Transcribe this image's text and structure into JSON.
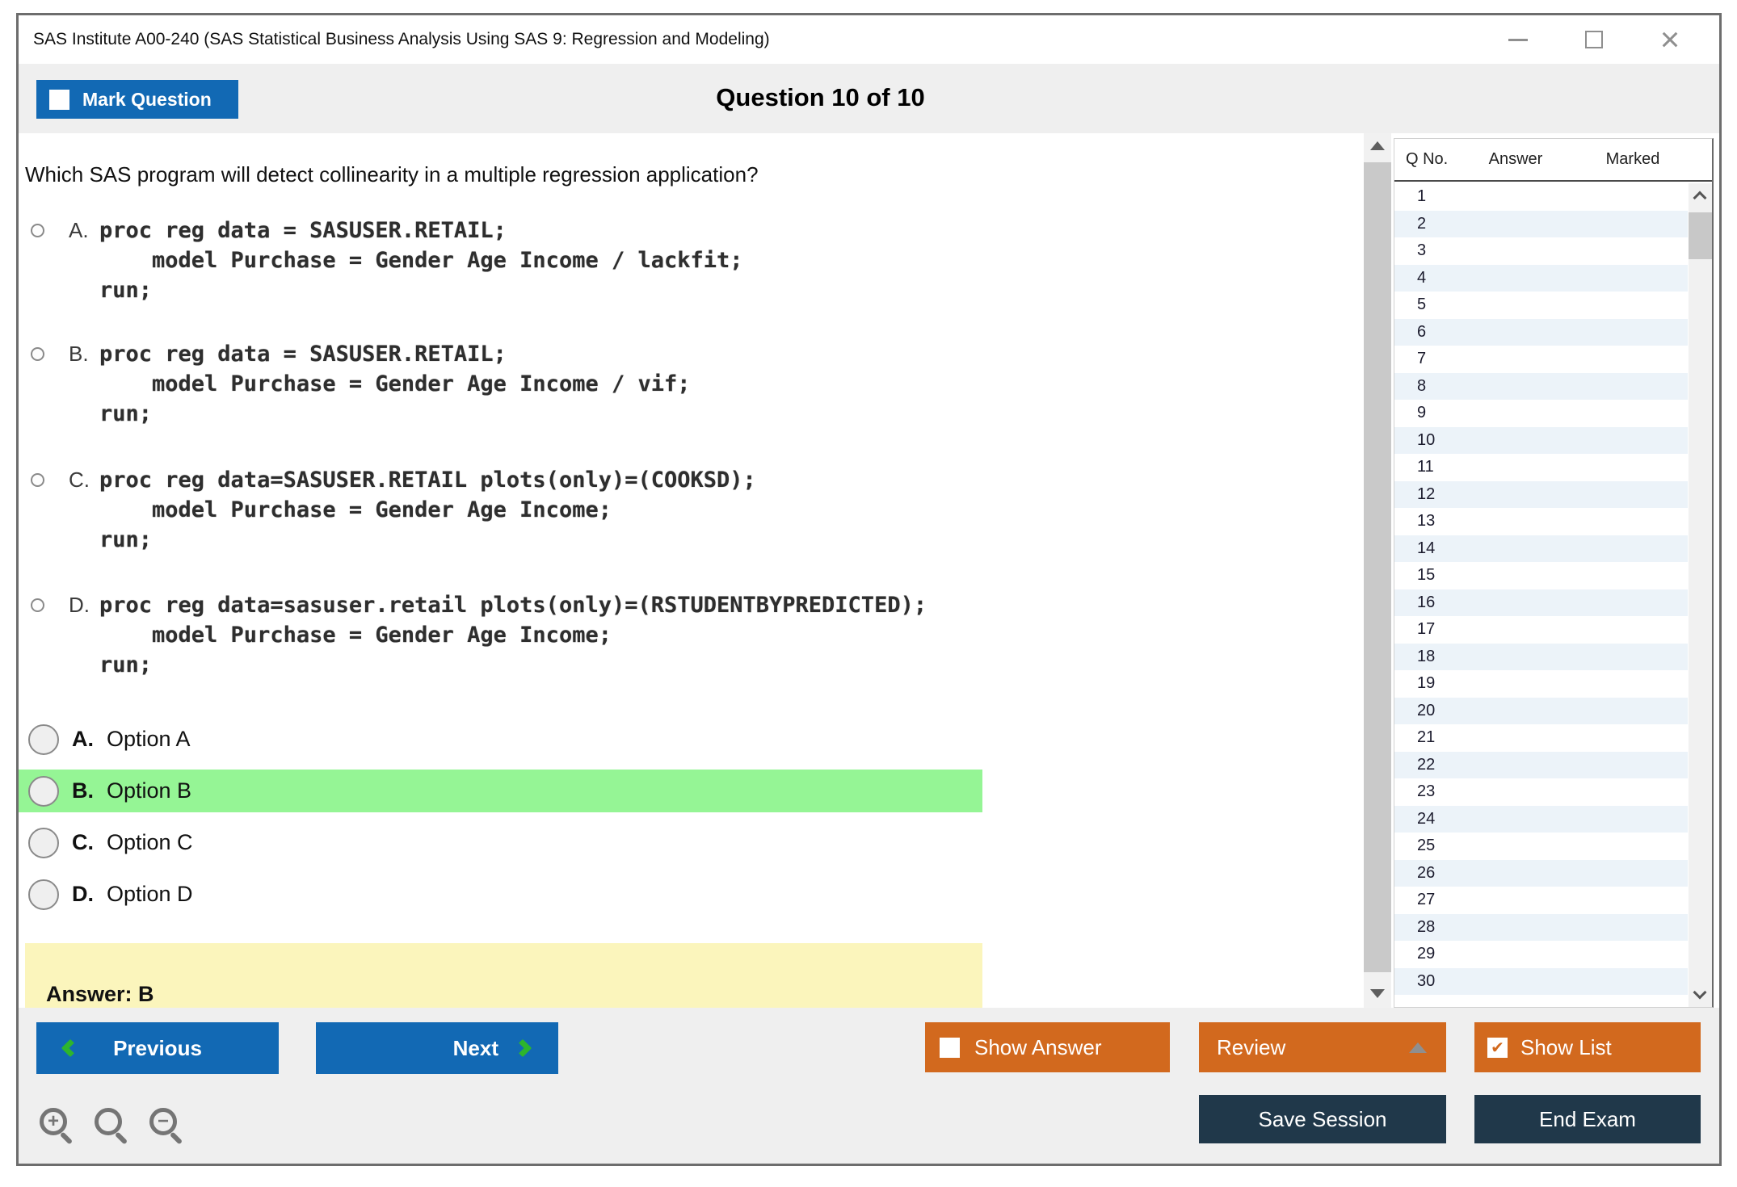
{
  "window": {
    "title": "SAS Institute A00-240 (SAS Statistical Business Analysis Using SAS 9: Regression and Modeling)"
  },
  "header": {
    "mark_question_label": "Mark Question",
    "question_counter": "Question 10 of 10"
  },
  "main": {
    "question": "Which SAS program will detect collinearity in a multiple regression application?",
    "code_options": [
      {
        "label": "A.",
        "lines": [
          "proc reg data = SASUSER.RETAIL;",
          "    model Purchase = Gender Age Income / lackfit;",
          "run;"
        ]
      },
      {
        "label": "B.",
        "lines": [
          "proc reg data = SASUSER.RETAIL;",
          "    model Purchase = Gender Age Income / vif;",
          "run;"
        ]
      },
      {
        "label": "C.",
        "lines": [
          "proc reg data=SASUSER.RETAIL plots(only)=(COOKSD);",
          "    model Purchase = Gender Age Income;",
          "run;"
        ]
      },
      {
        "label": "D.",
        "lines": [
          "proc reg data=sasuser.retail plots(only)=(RSTUDENTBYPREDICTED);",
          "    model Purchase = Gender Age Income;",
          "run;"
        ]
      }
    ],
    "answer_options": [
      {
        "label": "A.",
        "text": "Option A",
        "highlighted": false
      },
      {
        "label": "B.",
        "text": "Option B",
        "highlighted": true
      },
      {
        "label": "C.",
        "text": "Option C",
        "highlighted": false
      },
      {
        "label": "D.",
        "text": "Option D",
        "highlighted": false
      }
    ],
    "answer_reveal": "Answer: B"
  },
  "panel": {
    "headers": {
      "qno": "Q No.",
      "answer": "Answer",
      "marked": "Marked"
    },
    "row_numbers": [
      1,
      2,
      3,
      4,
      5,
      6,
      7,
      8,
      9,
      10,
      11,
      12,
      13,
      14,
      15,
      16,
      17,
      18,
      19,
      20,
      21,
      22,
      23,
      24,
      25,
      26,
      27,
      28,
      29,
      30
    ]
  },
  "footer": {
    "previous": "Previous",
    "next": "Next",
    "show_answer": "Show Answer",
    "review": "Review",
    "show_list": "Show List",
    "save_session": "Save Session",
    "end_exam": "End Exam"
  },
  "colors": {
    "accent_blue": "#1269b4",
    "accent_orange": "#d2691e",
    "dark_navy": "#20384a",
    "highlight_green": "#95f595",
    "answer_yellow": "#fbf5bc",
    "chevron_green": "#2db52d"
  }
}
